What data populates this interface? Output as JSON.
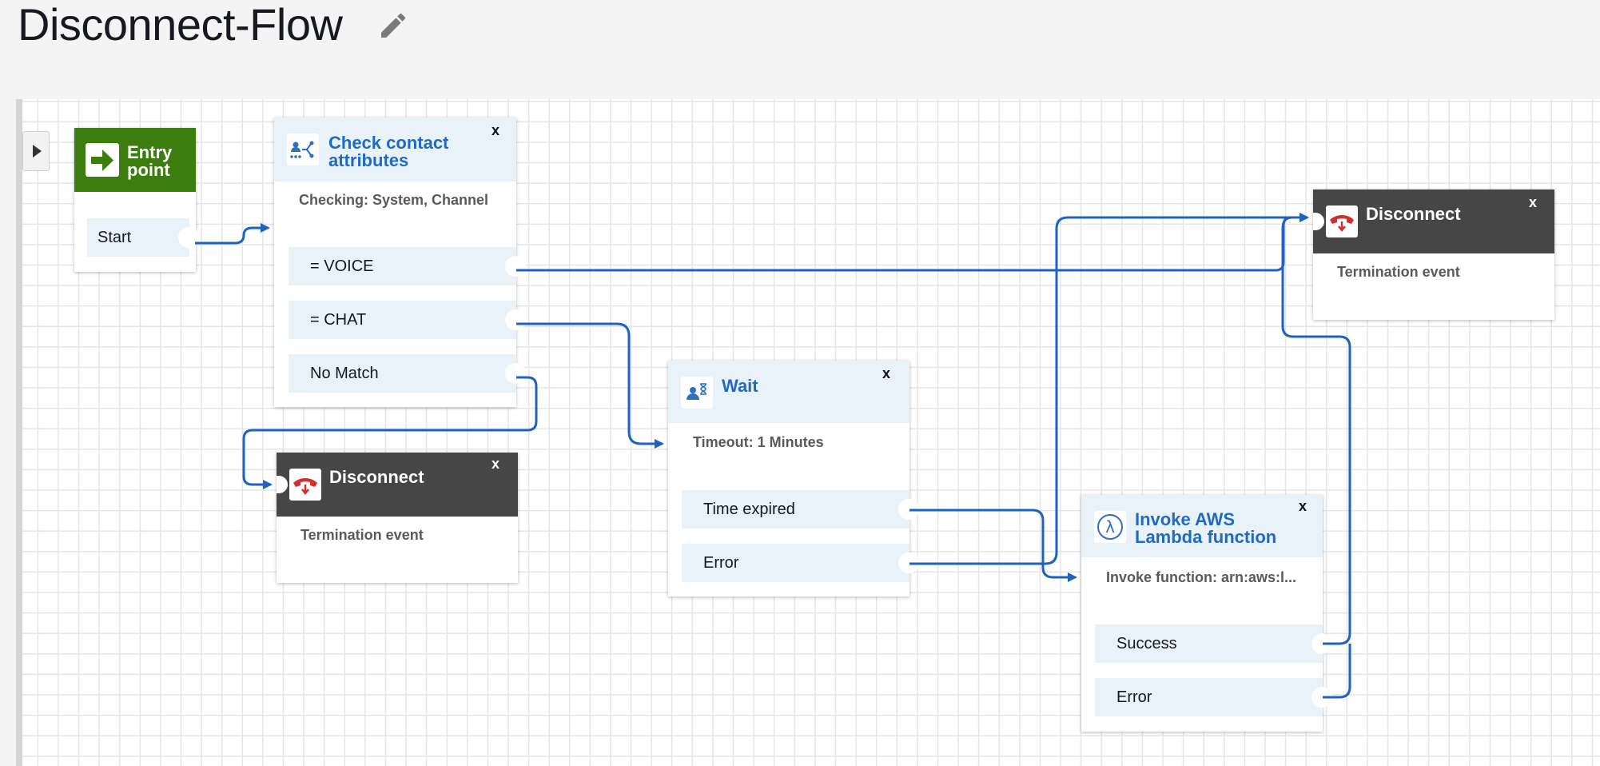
{
  "flow": {
    "title": "Disconnect-Flow"
  },
  "blocks": {
    "entry": {
      "title_line1": "Entry",
      "title_line2": "point",
      "branch": "Start"
    },
    "check": {
      "title_line1": "Check contact",
      "title_line2": "attributes",
      "close": "x",
      "desc": "Checking: System, Channel",
      "branches": [
        "= VOICE",
        "= CHAT",
        "No Match"
      ]
    },
    "disconnect_left": {
      "title": "Disconnect",
      "close": "x",
      "desc": "Termination event"
    },
    "wait": {
      "title": "Wait",
      "close": "x",
      "desc": "Timeout: 1 Minutes",
      "branches": [
        "Time expired",
        "Error"
      ]
    },
    "disconnect_right": {
      "title": "Disconnect",
      "close": "x",
      "desc": "Termination event"
    },
    "lambda": {
      "title_line1": "Invoke AWS",
      "title_line2": "Lambda function",
      "close": "x",
      "desc": "Invoke function: arn:aws:l...",
      "branches": [
        "Success",
        "Error"
      ]
    }
  },
  "colors": {
    "connection_line": "#1f62c2",
    "block_title": "#1f6ac2",
    "entry_header": "#3b7d0e",
    "disconnect_header": "#464646",
    "disconnect_icon": "#d32f2f",
    "branch_background": "#e9f1f9"
  },
  "icons": {
    "edit": "pencil-icon",
    "entry": "arrow-right-icon",
    "check": "branch-attributes-icon",
    "disconnect": "hang-up-phone-icon",
    "wait": "person-hourglass-icon",
    "lambda": "lambda-icon",
    "panel_toggle": "caret-right-icon"
  }
}
